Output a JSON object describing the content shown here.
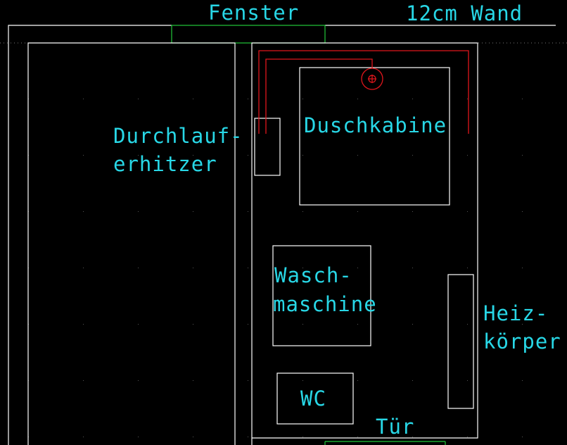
{
  "labels": {
    "window": "Fenster",
    "wall_note": "12cm Wand",
    "heater_line1": "Durchlauf-",
    "heater_line2": "erhitzer",
    "shower": "Duschkabine",
    "washer_line1": "Wasch-",
    "washer_line2": "maschine",
    "radiator_line1": "Heiz-",
    "radiator_line2": "körper",
    "wc": "WC",
    "door": "Tür"
  },
  "colors": {
    "background": "#000000",
    "label": "#28d7e6",
    "outline": "#ffffff",
    "opening": "#22c93a",
    "pipe": "#e0161c"
  }
}
